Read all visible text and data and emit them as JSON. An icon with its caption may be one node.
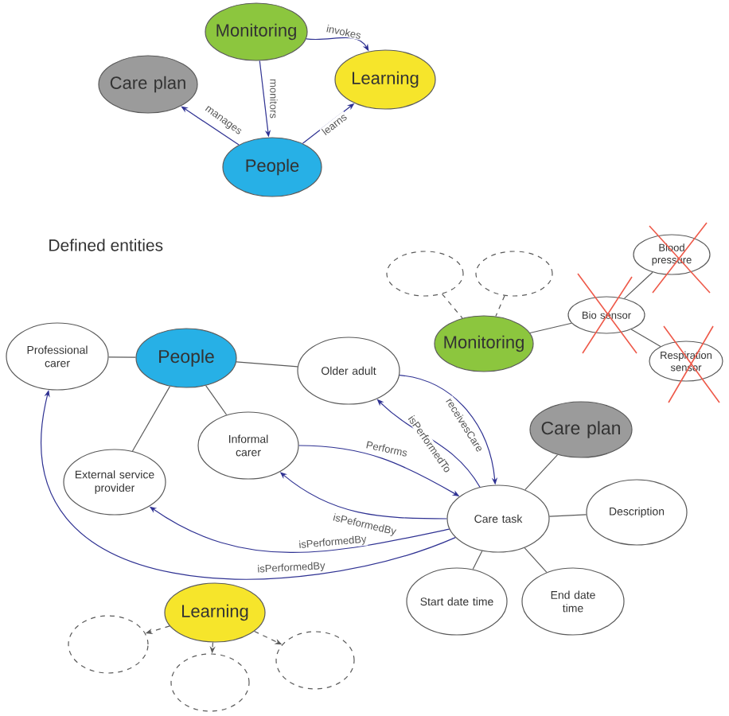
{
  "diagram": {
    "nodes": [
      {
        "text": [
          "Monitoring"
        ]
      },
      {
        "text": [
          "Care plan"
        ]
      },
      {
        "text": [
          "Learning"
        ]
      },
      {
        "text": [
          "People"
        ]
      },
      {
        "text": [
          "Blood pressure"
        ]
      },
      {
        "text": [],
        "shape": "ellipse"
      },
      {
        "text": [],
        "shape": "ellipse"
      },
      {
        "text": [
          "Monitoring"
        ]
      },
      {
        "text": [
          "Bio sensor"
        ]
      },
      {
        "text": [
          "Respiration sensor"
        ]
      },
      {
        "text": [
          "Professional carer"
        ]
      },
      {
        "text": [
          "People"
        ]
      },
      {
        "text": [
          "Older adult"
        ]
      },
      {
        "text": [
          "Informal carer"
        ]
      },
      {
        "text": [
          "Care plan"
        ]
      },
      {
        "text": [
          "External service provider"
        ]
      },
      {
        "text": [
          "Care task"
        ]
      },
      {
        "text": [
          "Description"
        ]
      },
      {
        "text": [
          "Start date time"
        ]
      },
      {
        "text": [
          "End date time"
        ]
      },
      {
        "text": [
          "Learning"
        ]
      },
      {
        "text": [],
        "shape": "ellipse"
      },
      {
        "text": [],
        "shape": "ellipse"
      },
      {
        "text": [],
        "shape": "ellipse"
      }
    ],
    "edges": [
      {
        "from": 0,
        "to": 2,
        "arrow": "to",
        "label": "invokes",
        "color": "#2e3192"
      },
      {
        "from": 0,
        "to": 3,
        "arrow": "to",
        "label": "monitors",
        "color": "#2e3192"
      },
      {
        "from": 3,
        "to": 1,
        "arrow": "to",
        "label": "manages",
        "color": "#2e3192"
      },
      {
        "from": 3,
        "to": 2,
        "arrow": "to",
        "label": "learns",
        "color": "#2e3192"
      },
      {
        "from": 5,
        "to": 7,
        "arrow": "none",
        "style": "dashed"
      },
      {
        "from": 6,
        "to": 7,
        "arrow": "none",
        "style": "dashed"
      },
      {
        "from": 7,
        "to": 8,
        "arrow": "none"
      },
      {
        "from": 8,
        "to": 4,
        "arrow": "none"
      },
      {
        "from": 8,
        "to": 9,
        "arrow": "none"
      },
      {
        "from": 11,
        "to": 10,
        "arrow": "none"
      },
      {
        "from": 11,
        "to": 12,
        "arrow": "none"
      },
      {
        "from": 11,
        "to": 13,
        "arrow": "none"
      },
      {
        "from": 11,
        "to": 15,
        "arrow": "none"
      },
      {
        "from": 12,
        "to": 16,
        "arrow": "to",
        "label": "receivesCare",
        "color": "#2e3192"
      },
      {
        "from": 16,
        "to": 12,
        "arrow": "to",
        "label": "isPerformedTo",
        "color": "#2e3192"
      },
      {
        "from": 13,
        "to": 16,
        "arrow": "to",
        "label": "Performs",
        "color": "#2e3192"
      },
      {
        "from": 16,
        "to": 13,
        "arrow": "to",
        "label": "isPeformedBy",
        "color": "#2e3192"
      },
      {
        "from": 16,
        "to": 15,
        "arrow": "to",
        "label": "isPerformedBy",
        "color": "#2e3192"
      },
      {
        "from": 16,
        "to": 10,
        "arrow": "to",
        "label": "isPerformedBy",
        "color": "#2e3192"
      },
      {
        "from": 16,
        "to": 14,
        "arrow": "none"
      },
      {
        "from": 16,
        "to": 17,
        "arrow": "none"
      },
      {
        "from": 16,
        "to": 18,
        "arrow": "none"
      },
      {
        "from": 16,
        "to": 19,
        "arrow": "none"
      },
      {
        "from": 20,
        "to": 21,
        "arrow": "to",
        "style": "dashed"
      },
      {
        "from": 20,
        "to": 22,
        "arrow": "to",
        "style": "dashed"
      },
      {
        "from": 20,
        "to": 23,
        "arrow": "to",
        "style": "dashed"
      }
    ],
    "labels": [
      "Defined entities"
    ]
  }
}
